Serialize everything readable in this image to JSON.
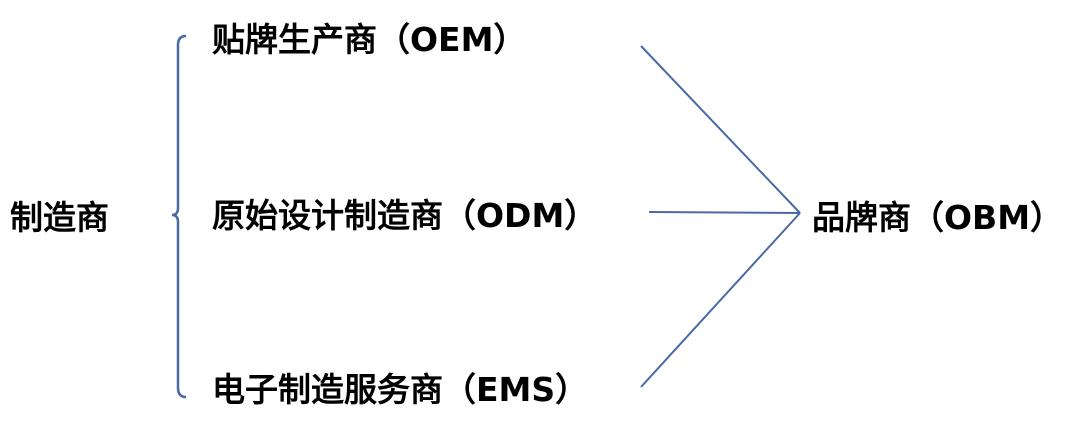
{
  "diagram": {
    "root_label": "制造商",
    "types": [
      {
        "label": "贴牌生产商（OEM）"
      },
      {
        "label": "原始设计制造商（ODM）"
      },
      {
        "label": "电子制造服务商（EMS）"
      }
    ],
    "target_label": "品牌商（OBM）",
    "colors": {
      "line": "#4a6aa5",
      "text": "#000000"
    }
  }
}
